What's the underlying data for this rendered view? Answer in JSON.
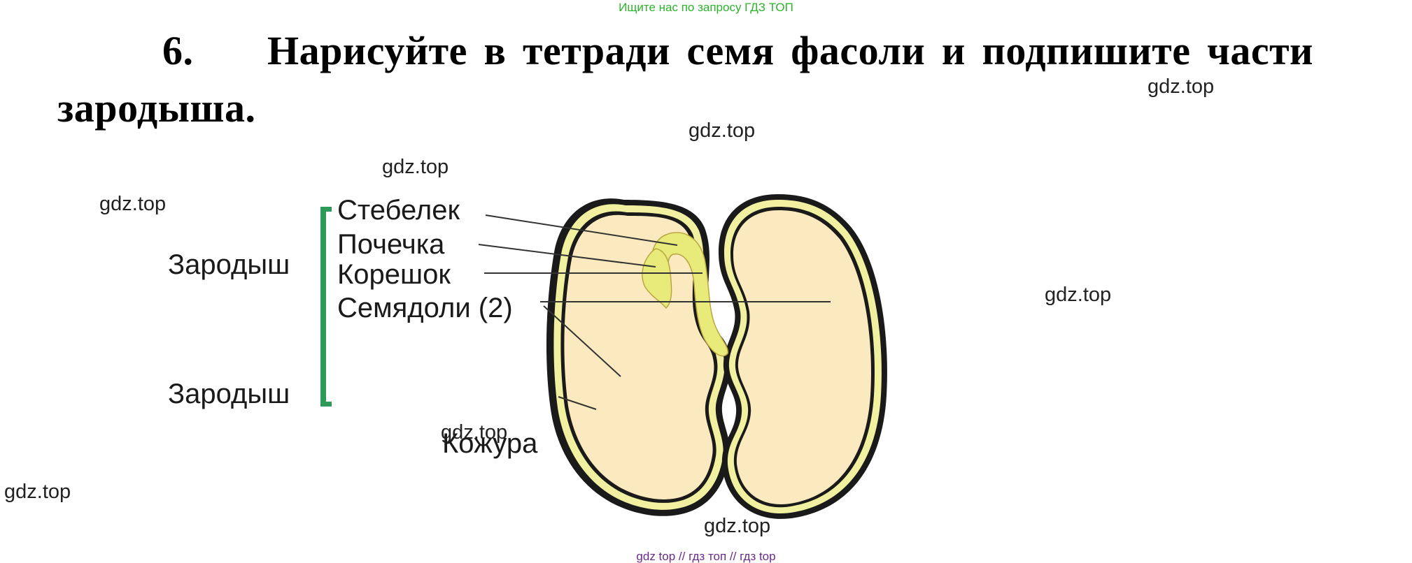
{
  "header": {
    "search_link": "Ищите нас по запросу ГДЗ ТОП"
  },
  "task": {
    "number": "6.",
    "line1_words": [
      "Нарисуйте",
      "в",
      "тетради",
      "семя",
      "фасоли",
      "и",
      "подпишите",
      "части"
    ],
    "line2": "зародыша."
  },
  "watermarks": [
    "gdz.top",
    "gdz.top",
    "gdz.top",
    "gdz.top",
    "gdz.top",
    "gdz.top",
    "gdz.top",
    "gdz.top"
  ],
  "figure": {
    "labels": {
      "stem": "Стебелек",
      "bud": "Почечка",
      "root": "Корешок",
      "cotyledons": "Семядоли (2)",
      "embryo_group": "Зародыш",
      "embryo_bottom": "Зародыш",
      "coat": "Кожура"
    },
    "colors": {
      "bracket": "#2e9a5a",
      "seed_fill": "#fbe9bf",
      "coat_stripe": "#f0f0a0",
      "embryo_fill": "#e8ea7a"
    }
  },
  "footer": {
    "links": "gdz top  //  гдз топ  //  гдз top"
  }
}
